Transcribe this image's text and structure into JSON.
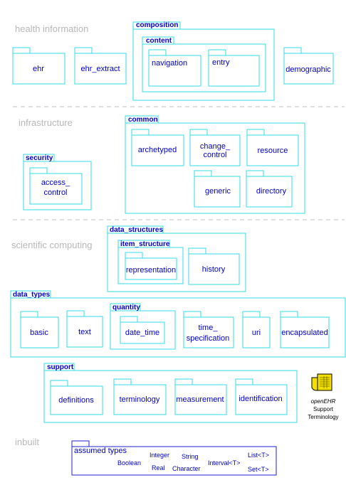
{
  "sections": {
    "health_information": "health information",
    "infrastructure": "infrastructure",
    "scientific_computing": "scientific computing",
    "inbuilt": "inbuilt"
  },
  "packages": {
    "ehr": "ehr",
    "ehr_extract": "ehr_extract",
    "composition": "composition",
    "content": "content",
    "navigation": "navigation",
    "entry": "entry",
    "demographic": "demographic",
    "common": "common",
    "archetyped": "archetyped",
    "change_control_1": "change_",
    "change_control_2": "control",
    "resource": "resource",
    "generic": "generic",
    "directory": "directory",
    "security": "security",
    "access_control_1": "access_",
    "access_control_2": "control",
    "data_structures": "data_structures",
    "item_structure": "item_structure",
    "representation": "representation",
    "history": "history",
    "data_types": "data_types",
    "basic": "basic",
    "text": "text",
    "quantity": "quantity",
    "date_time": "date_time",
    "time_specification_1": "time_",
    "time_specification_2": "specification",
    "uri": "uri",
    "encapsulated": "encapsulated",
    "support": "support",
    "definitions": "definitions",
    "terminology": "terminology",
    "measurement": "measurement",
    "identification": "identification"
  },
  "terminology_note": {
    "line1": "openEHR",
    "line2": "Support",
    "line3": "Terminology",
    "icon": "book-icon"
  },
  "assumed_types": {
    "title": "assumed types",
    "boolean": "Boolean",
    "integer": "Integer",
    "real": "Real",
    "string": "String",
    "character": "Character",
    "interval": "Interval<T>",
    "list": "List<T>",
    "set": "Set<T>"
  },
  "colors": {
    "package_border": "#30dde6",
    "label_text": "#0000c8",
    "section_text": "#b8b8b8",
    "inbuilt_border": "#2020d0",
    "book_yellow": "#f2e000"
  }
}
